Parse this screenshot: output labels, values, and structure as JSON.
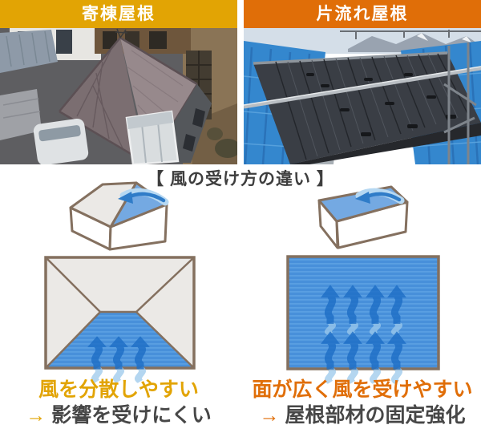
{
  "colors": {
    "amber": "#E2A404",
    "orange": "#E06E08",
    "blue": "#4890DA",
    "blue_arrow": "#1D6EC6",
    "blue_tail": "#9CC9EC",
    "outline": "#84705F",
    "face_gray": "#EBE9E6",
    "text_dark": "#474747",
    "title_dark": "#3E3E3E"
  },
  "left_column": {
    "header": "寄棟屋根",
    "caption_highlight": "風を分散しやすい",
    "caption_arrow": "→",
    "caption_result": "影響を受けにくい"
  },
  "right_column": {
    "header": "片流れ屋根",
    "caption_highlight": "面が広く風を受けやすい",
    "caption_arrow": "→",
    "caption_result": "屋根部材の固定強化"
  },
  "section": {
    "title": "【 風の受け方の違い 】"
  }
}
